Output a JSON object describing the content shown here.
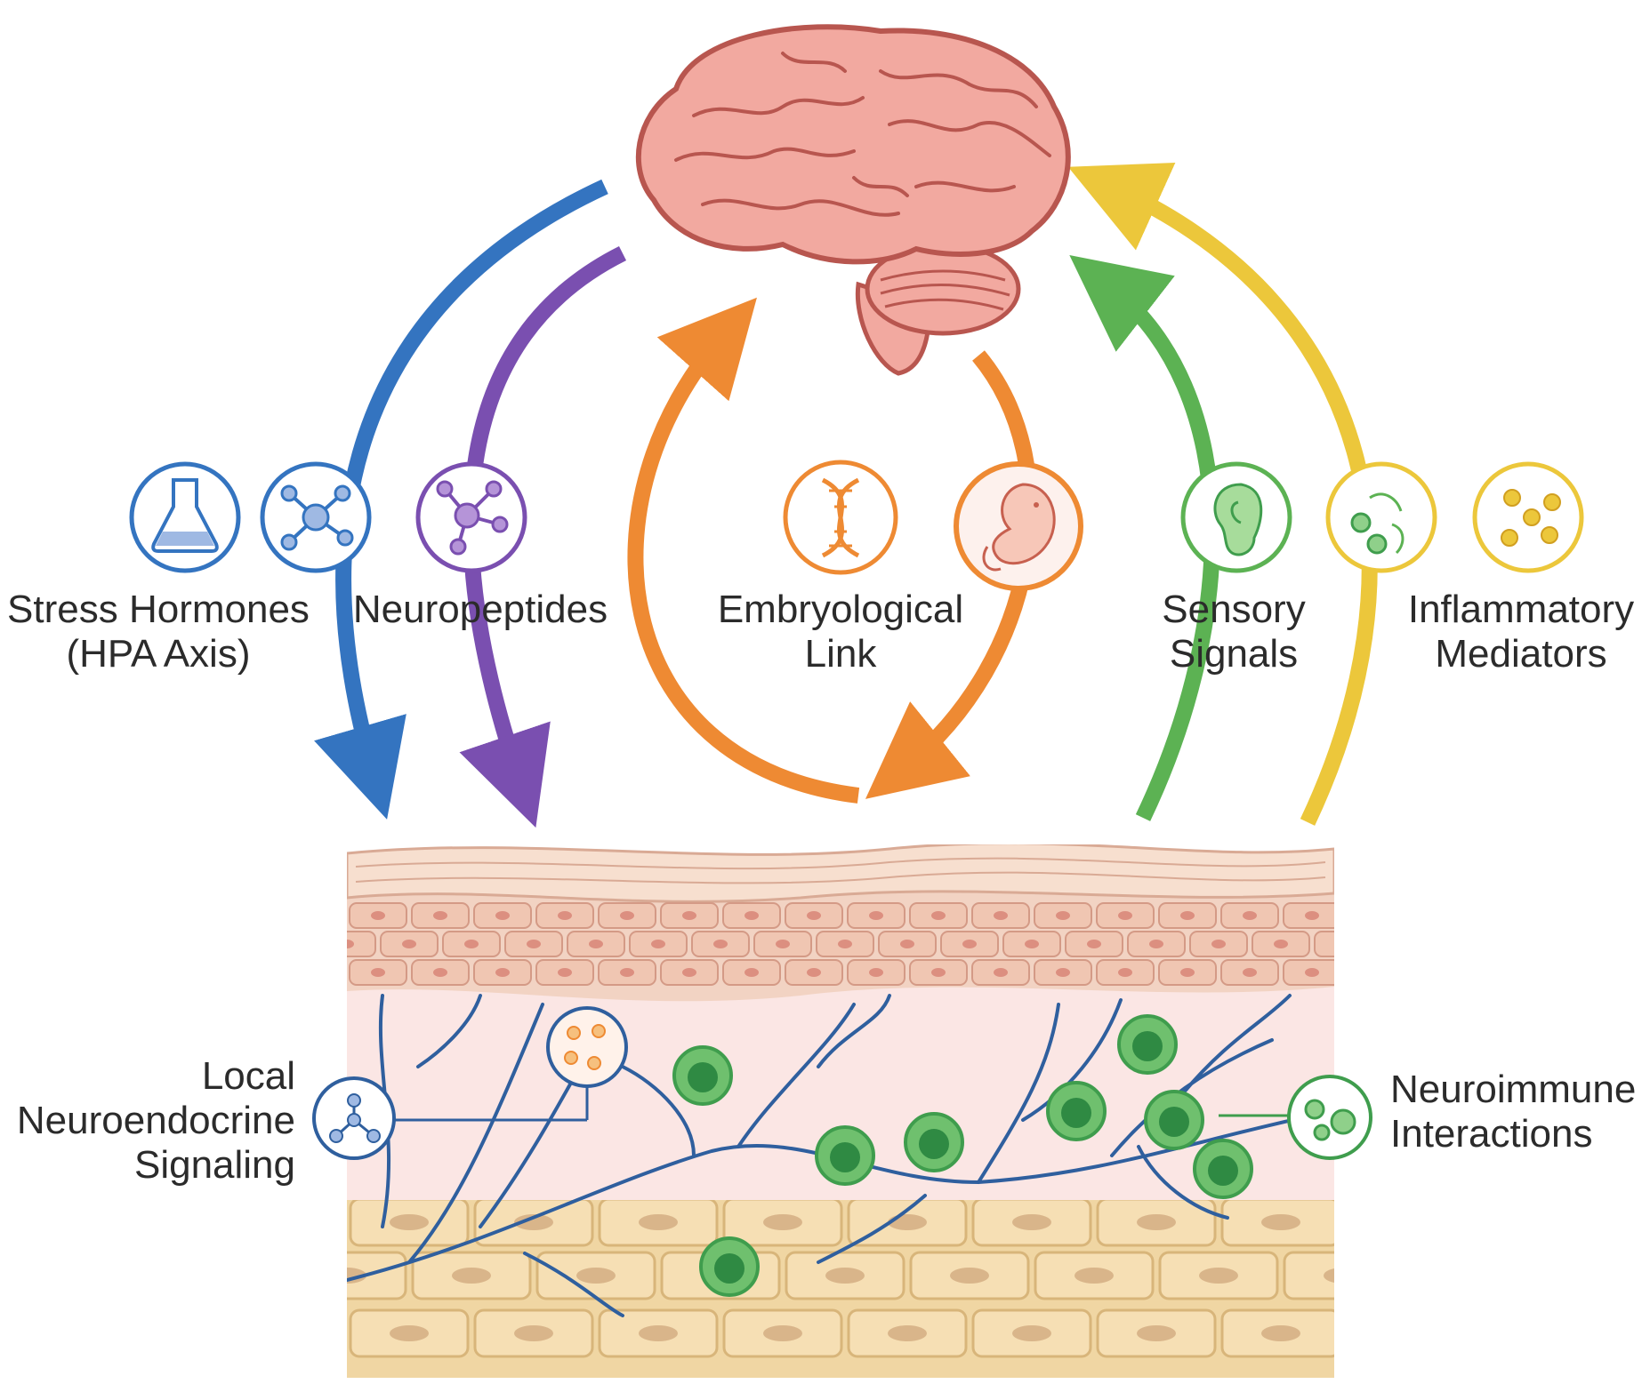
{
  "labels": {
    "stress_hormones": [
      "Stress Hormones",
      "(HPA Axis)"
    ],
    "neuropeptides": [
      "Neuropeptides"
    ],
    "embryological_link": [
      "Embryological",
      "Link"
    ],
    "sensory_signals": [
      "Sensory",
      "Signals"
    ],
    "inflammatory_mediators": [
      "Inflammatory",
      "Mediators"
    ],
    "local_neuroendocrine": [
      "Local",
      "Neuroendocrine",
      "Signaling"
    ],
    "neuroimmune": [
      "Neuroimmune",
      "Interactions"
    ]
  },
  "colors": {
    "blue": "#3474c0",
    "purple": "#7a4fb0",
    "orange": "#ee8a33",
    "green": "#5cb253",
    "yellow": "#ecc73b",
    "brain": "#f2a9a0",
    "brain_outline": "#b8564f",
    "epidermis": "#f3d4c4",
    "dermis": "#fbe6e4",
    "fat": "#f4d9a6",
    "nerve": "#2f5f9e",
    "immune_cell": "#3f9d4d"
  },
  "icons": {
    "flask": "flask-icon",
    "molecule_blue": "molecule-icon",
    "molecule_purple": "molecule-icon",
    "dna": "dna-icon",
    "embryo": "embryo-icon",
    "ear": "ear-icon",
    "cells_green": "cells-icon",
    "granules_yellow": "granules-icon",
    "vesicles_orange": "vesicles-icon",
    "molecule_local": "molecule-icon",
    "immune_cells": "immune-cells-icon"
  }
}
